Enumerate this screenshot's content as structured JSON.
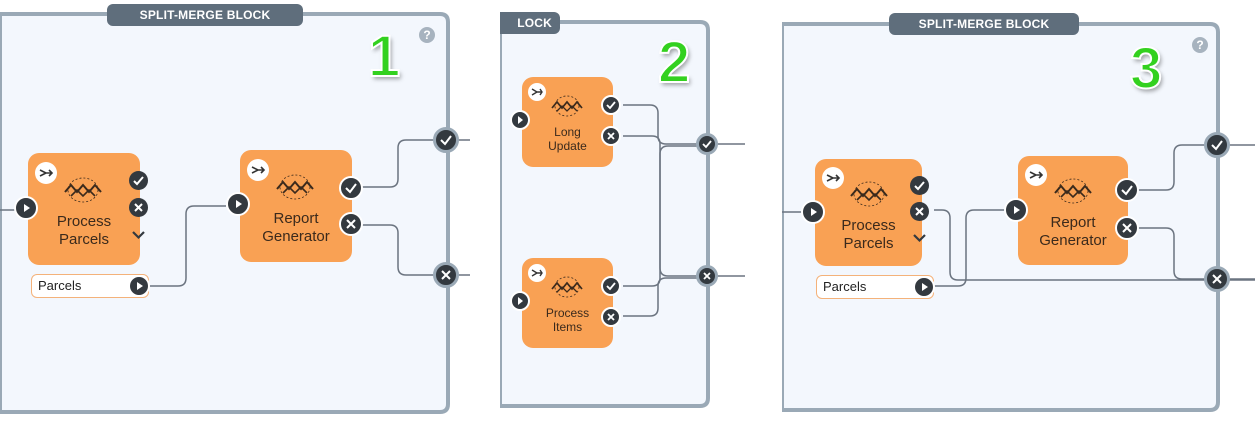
{
  "panels": [
    {
      "id": "1",
      "block_label": "SPLIT-MERGE BLOCK",
      "number": "1",
      "help_glyph": "?",
      "nodes": [
        {
          "name": "process-parcels-node",
          "label": [
            "Process",
            "Parcels"
          ]
        },
        {
          "name": "report-generator-node",
          "label": [
            "Report",
            "Generator"
          ]
        }
      ],
      "parameter": "Parcels"
    },
    {
      "id": "2",
      "block_label": "LOCK",
      "number": "2",
      "nodes": [
        {
          "name": "long-update-node",
          "label": [
            "Long",
            "Update"
          ]
        },
        {
          "name": "process-items-node",
          "label": [
            "Process",
            "Items"
          ]
        }
      ]
    },
    {
      "id": "3",
      "block_label": "SPLIT-MERGE BLOCK",
      "number": "3",
      "help_glyph": "?",
      "nodes": [
        {
          "name": "process-parcels-node",
          "label": [
            "Process",
            "Parcels"
          ]
        },
        {
          "name": "report-generator-node",
          "label": [
            "Report",
            "Generator"
          ]
        }
      ],
      "parameter": "Parcels"
    }
  ],
  "colors": {
    "node": "#f9a154",
    "block_border": "#9aa9b6",
    "block_label": "#5f6e7c",
    "number": "#33d11f",
    "canvas": "#f3f7fd"
  },
  "icons": [
    "branch-icon",
    "workflow-logo-icon",
    "play-icon",
    "check-icon",
    "x-icon",
    "chevron-down-icon",
    "question-icon"
  ]
}
